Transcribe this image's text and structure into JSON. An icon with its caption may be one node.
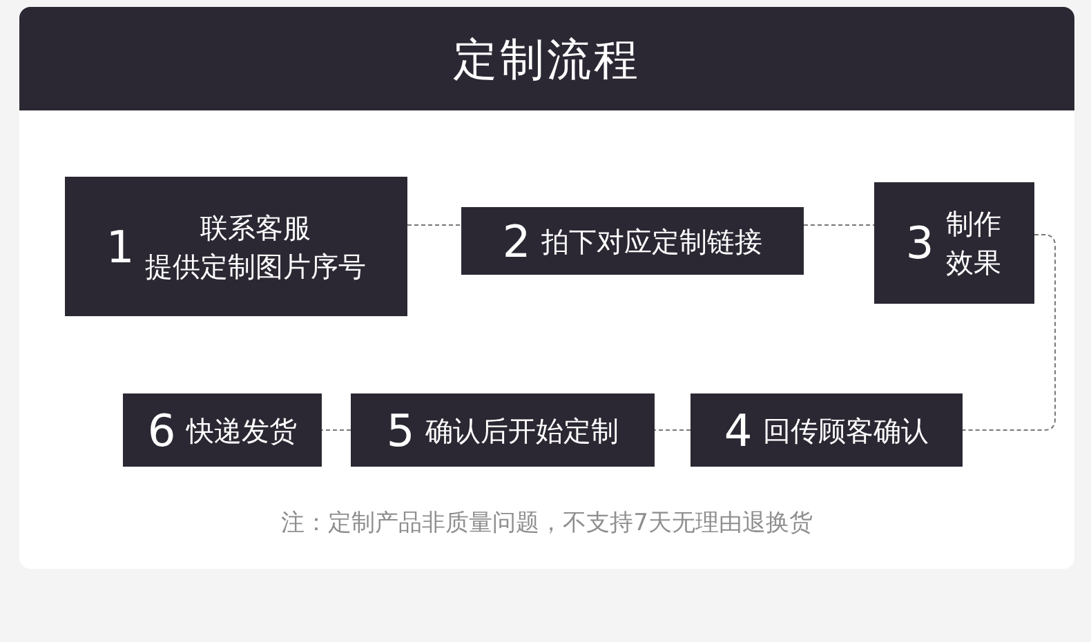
{
  "diagram": {
    "title": "定制流程",
    "nodes": [
      {
        "text": [
          "1",
          "联系客服",
          "提供定制图片序号"
        ]
      },
      {
        "text": [
          "2",
          "拍下对应定制链接"
        ]
      },
      {
        "text": [
          "3",
          "制作效果"
        ]
      },
      {
        "text": [
          "4",
          "回传顾客确认"
        ]
      },
      {
        "text": [
          "5",
          "确认后开始定制"
        ]
      },
      {
        "text": [
          "6",
          "快递发货"
        ]
      }
    ],
    "edges": [
      {
        "from": 0,
        "to": 1,
        "arrow": "none",
        "style": "dashed"
      },
      {
        "from": 1,
        "to": 2,
        "arrow": "none",
        "style": "dashed"
      },
      {
        "from": 2,
        "to": 3,
        "arrow": "none",
        "style": "dashed"
      },
      {
        "from": 3,
        "to": 4,
        "arrow": "none",
        "style": "dashed"
      },
      {
        "from": 4,
        "to": 5,
        "arrow": "none",
        "style": "dashed"
      }
    ],
    "labels": [
      "注：定制产品非质量问题，不支持7天无理由退换货"
    ]
  }
}
